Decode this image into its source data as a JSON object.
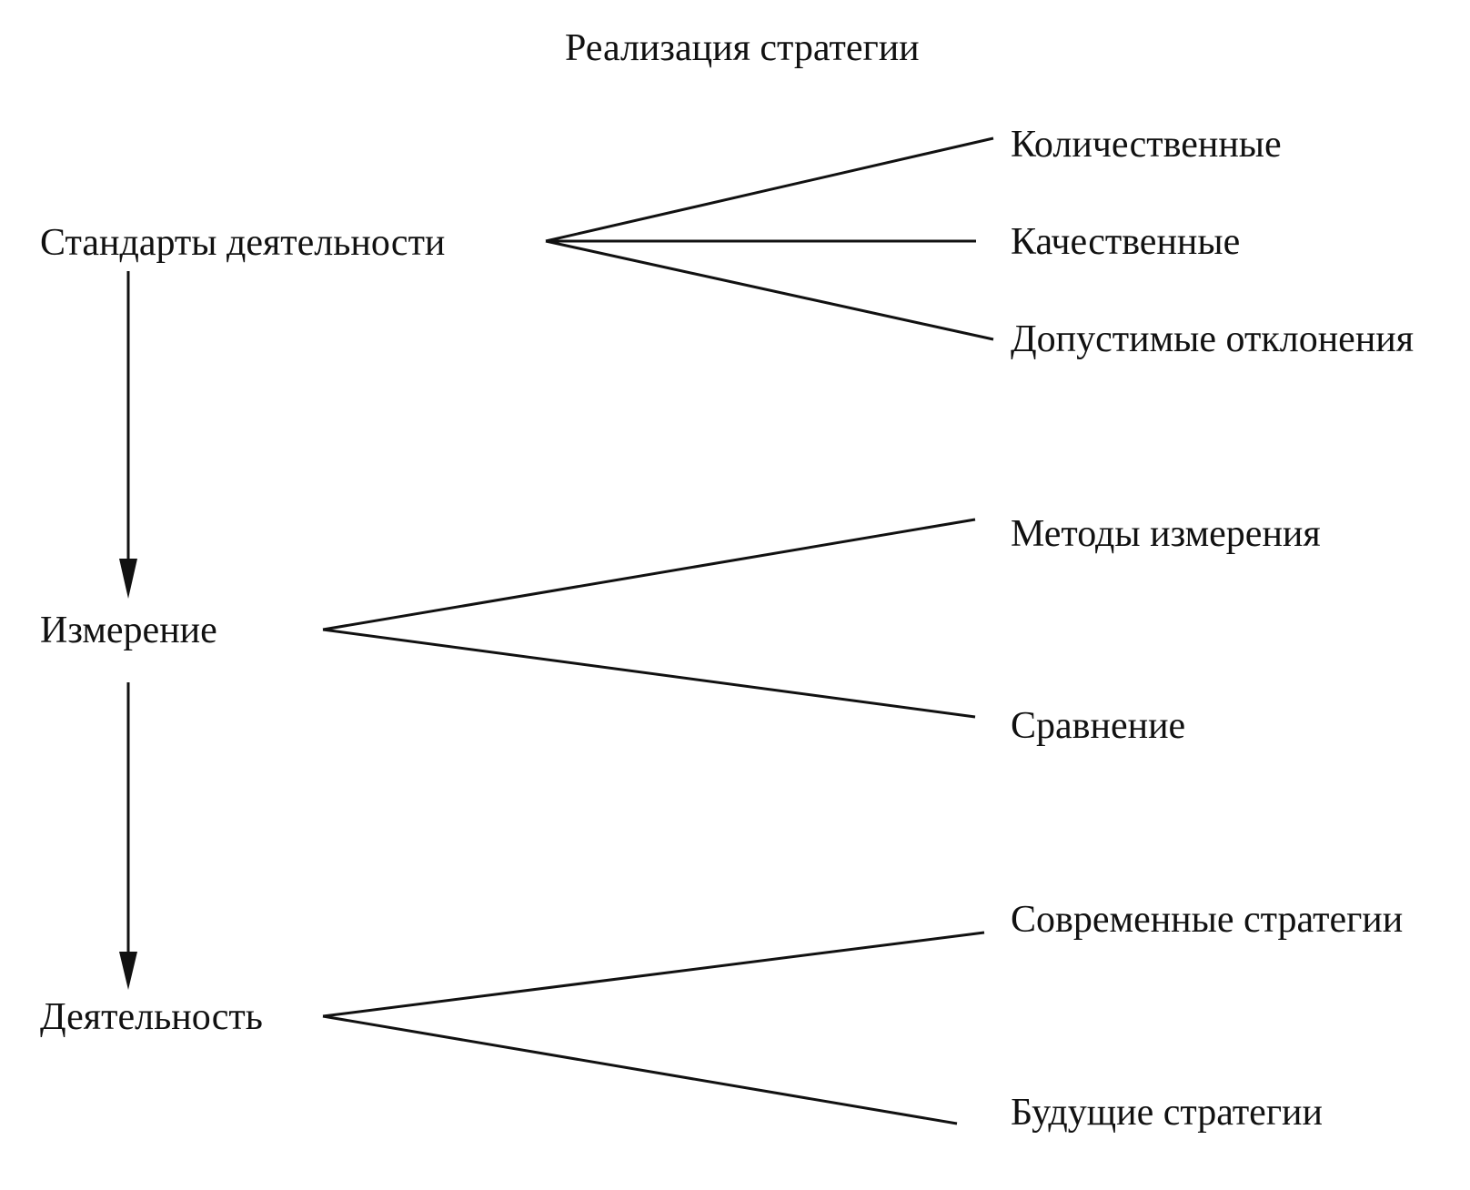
{
  "title": "Реализация стратегии",
  "nodes": {
    "standards": {
      "label": "Стандарты деятельности",
      "branches": [
        "Количественные",
        "Качественные",
        "Допустимые отклонения"
      ]
    },
    "measurement": {
      "label": "Измерение",
      "branches": [
        "Методы измерения",
        "Сравнение"
      ]
    },
    "activity": {
      "label": "Деятельность",
      "branches": [
        "Современные стратегии",
        "Будущие стратегии"
      ]
    }
  },
  "colors": {
    "ink": "#111111",
    "background": "#ffffff"
  }
}
